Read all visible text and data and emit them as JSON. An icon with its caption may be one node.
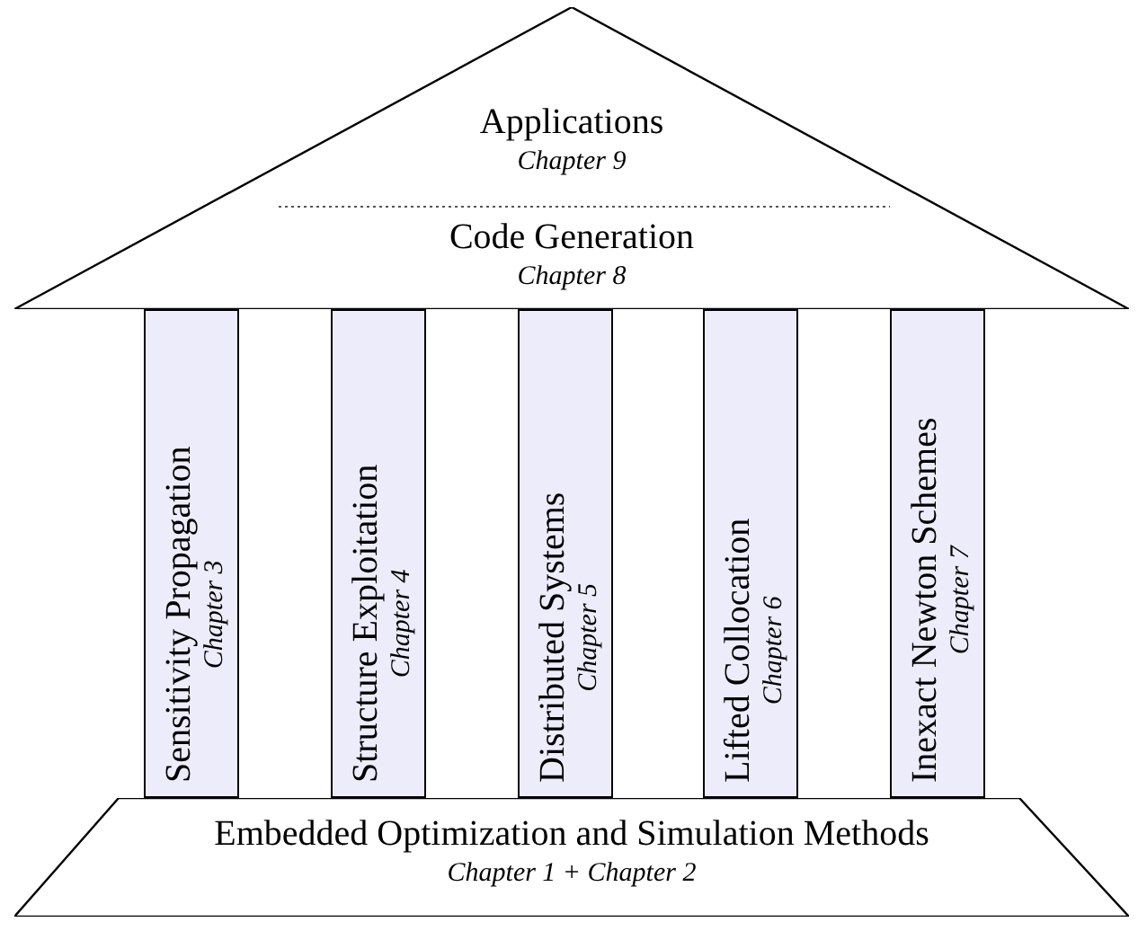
{
  "diagram": {
    "nodes": [
      {
        "text": [
          "Applications",
          "Chapter 9",
          "Code Generation",
          "Chapter 8"
        ]
      },
      {
        "text": [
          "Sensitivity Propagation",
          "Chapter 3"
        ]
      },
      {
        "text": [
          "Structure Exploitation",
          "Chapter 4"
        ]
      },
      {
        "text": [
          "Distributed Systems",
          "Chapter 5"
        ]
      },
      {
        "text": [
          "Lifted Collocation",
          "Chapter 6"
        ]
      },
      {
        "text": [
          "Inexact Newton Schemes",
          "Chapter 7"
        ]
      },
      {
        "text": [
          "Embedded Optimization and Simulation Methods",
          "Chapter 1 + Chapter 2"
        ]
      }
    ]
  }
}
